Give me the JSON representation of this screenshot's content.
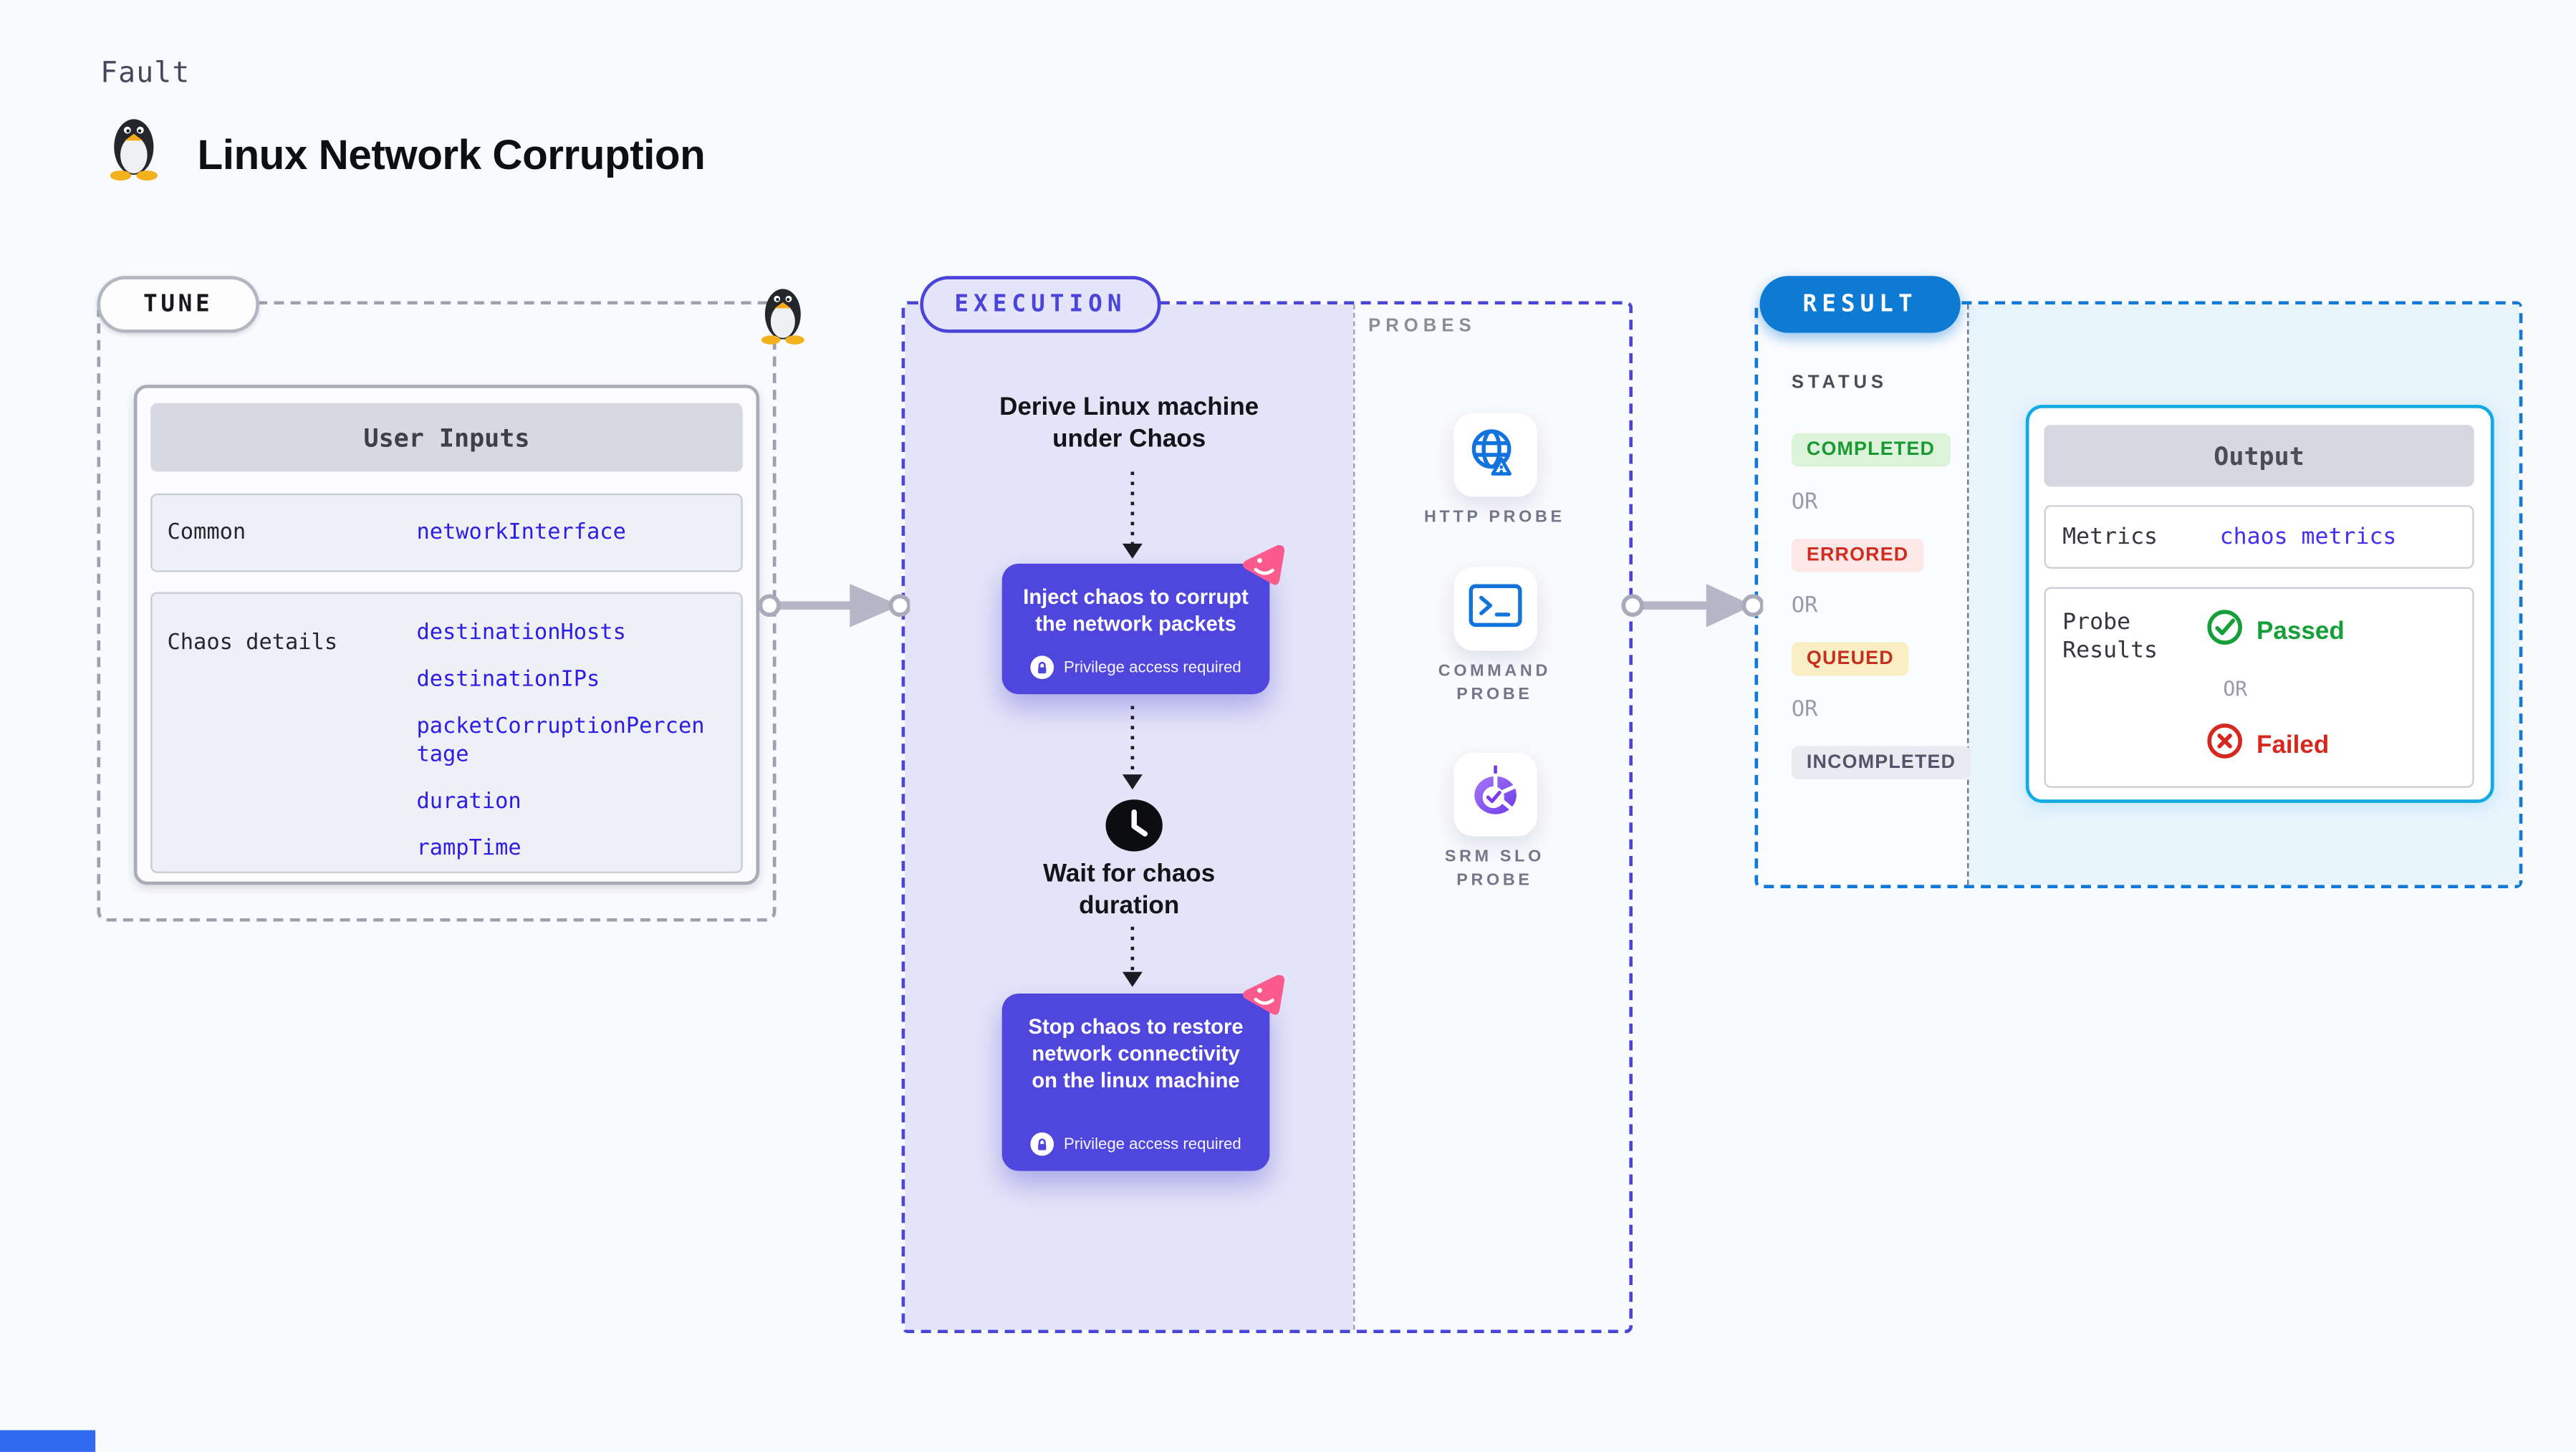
{
  "page": {
    "kicker": "Fault",
    "title": "Linux Network Corruption",
    "background": "#f9fafd"
  },
  "tune": {
    "badge": "TUNE",
    "card_title": "User Inputs",
    "rows": [
      {
        "label": "Common",
        "values": [
          "networkInterface"
        ]
      },
      {
        "label": "Chaos details",
        "values": [
          "destinationHosts",
          "destinationIPs",
          "packetCorruptionPercentage",
          "duration",
          "rampTime"
        ]
      }
    ]
  },
  "execution": {
    "badge": "EXECUTION",
    "derive_title": "Derive Linux machine under Chaos",
    "inject_title": "Inject chaos to corrupt the network packets",
    "wait_title": "Wait for chaos duration",
    "stop_title": "Stop chaos to restore network connectivity on the linux machine",
    "privilege_note": "Privilege access required",
    "probes": {
      "title": "PROBES",
      "items": [
        {
          "label": "HTTP PROBE",
          "icon": "globe-alert-icon"
        },
        {
          "label": "COMMAND PROBE",
          "icon": "terminal-icon"
        },
        {
          "label": "SRM SLO PROBE",
          "icon": "slo-chart-icon"
        }
      ]
    }
  },
  "result": {
    "badge": "RESULT",
    "status": {
      "title": "STATUS",
      "or": "OR",
      "options": [
        {
          "label": "COMPLETED",
          "color": "#189a31",
          "bg": "#dcf2da"
        },
        {
          "label": "ERRORED",
          "color": "#d02c20",
          "bg": "#fce8e6"
        },
        {
          "label": "QUEUED",
          "color": "#c52f20",
          "bg": "#faeec5"
        },
        {
          "label": "INCOMPLETED",
          "color": "#53546a",
          "bg": "#eaebf1"
        }
      ]
    },
    "output": {
      "title": "Output",
      "metrics_label": "Metrics",
      "metrics_value": "chaos metrics",
      "probe_results_label": "Probe Results",
      "passed_label": "Passed",
      "or": "OR",
      "failed_label": "Failed",
      "passed_color": "#169e38",
      "failed_color": "#d6281e"
    }
  },
  "colors": {
    "accent_indigo": "#4a44d8",
    "chaos_card_purple": "#4f46dd",
    "result_blue": "#0d7ad3",
    "output_border_cyan": "#12abe6",
    "input_value_blue": "#2b1de4",
    "metrics_violet": "#4130ef",
    "pink_badge": "#fa5a8c",
    "arrow_gray": "#b6b7c6"
  }
}
